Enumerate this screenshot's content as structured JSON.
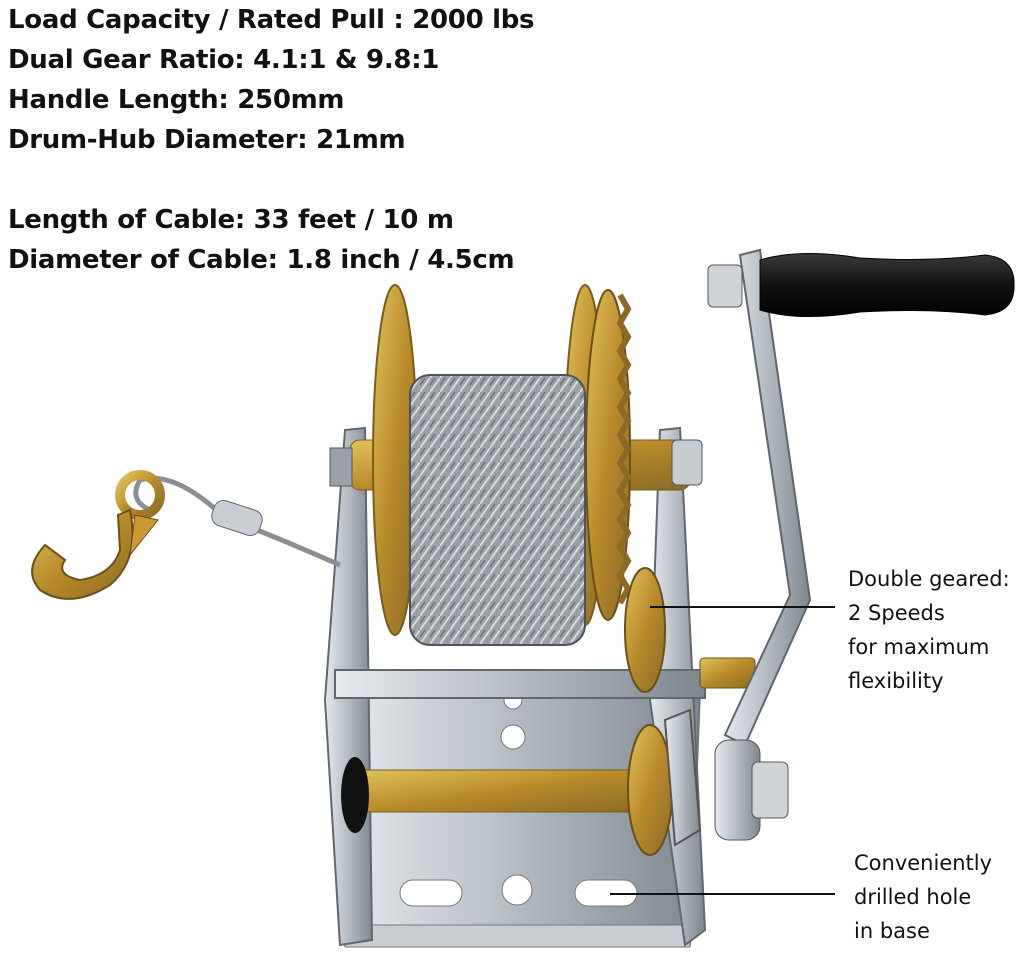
{
  "specs": {
    "load_capacity": "Load Capacity / Rated Pull : 2000 lbs",
    "gear_ratio": "Dual Gear Ratio: 4.1:1 & 9.8:1",
    "handle_length": "Handle Length: 250mm",
    "drum_hub": "Drum-Hub Diameter: 21mm",
    "cable_length": "Length of Cable: 33 feet / 10 m",
    "cable_diameter": "Diameter of Cable: 1.8 inch / 4.5cm"
  },
  "callouts": {
    "gear": [
      "Double geared:",
      "2 Speeds",
      "for maximum",
      "flexibility"
    ],
    "base": [
      "Conveniently",
      "drilled hole",
      "in base"
    ]
  },
  "colors": {
    "zinc_gold": "#c9a23a",
    "steel": "#b9c0c6",
    "cable": "#8a8f94",
    "handle_grip": "#141414"
  }
}
